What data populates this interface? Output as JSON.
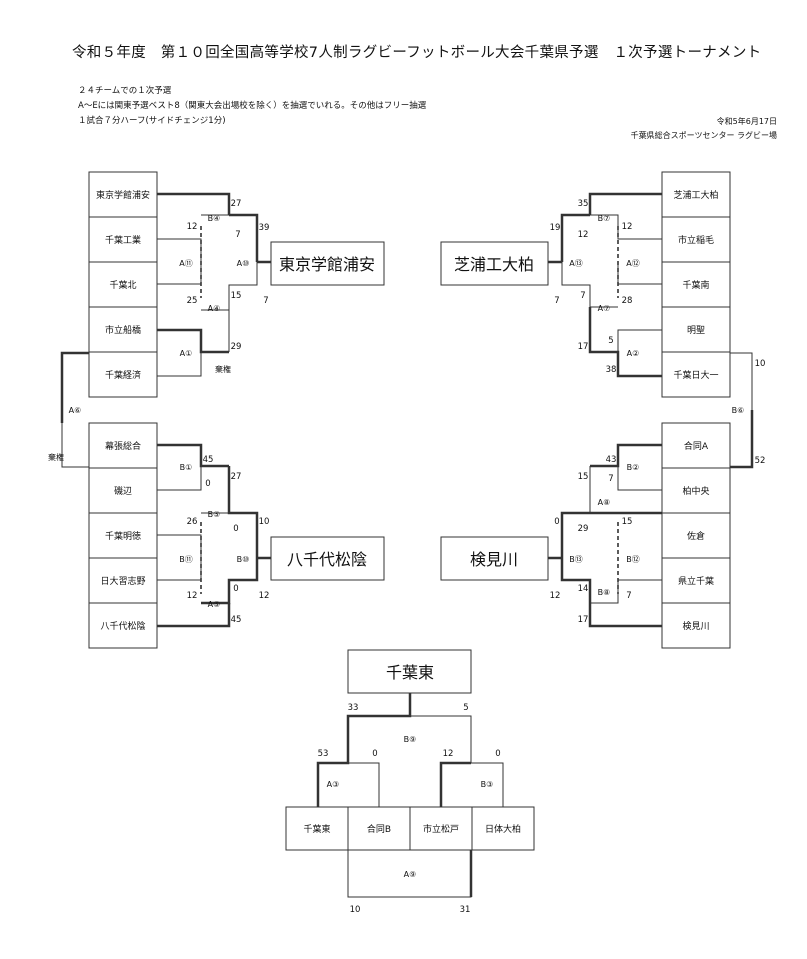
{
  "title": "令和５年度　第１０回全国高等学校7人制ラグビーフットボール大会千葉県予選　１次予選トーナメント",
  "notes": [
    "２４チームでの１次予選",
    "A〜Eには関東予選ベスト8（関東大会出場校を除く）を抽選でいれる。その他はフリー抽選",
    "１試合７分ハーフ(サイドチェンジ1分)"
  ],
  "date": "令和5年6月17日",
  "venue": "千葉県総合スポーツセンター ラグビー場",
  "ul": {
    "teams": [
      "東京学館浦安",
      "千葉工業",
      "千葉北",
      "市立船橋",
      "千葉経済"
    ],
    "winner": "東京学館浦安",
    "labels": [
      "B④",
      "A⑪",
      "A④",
      "A①",
      "A⑩"
    ],
    "scores": [
      "27",
      "12",
      "7",
      "39",
      "25",
      "15",
      "7",
      "29"
    ],
    "forfeit": "棄権"
  },
  "ll": {
    "teams": [
      "幕張総合",
      "磯辺",
      "千葉明徳",
      "日大習志野",
      "八千代松陰"
    ],
    "winner": "八千代松陰",
    "labels": [
      "B①",
      "B⑤",
      "B⑪",
      "A⑤",
      "B⑩"
    ],
    "scores": [
      "45",
      "0",
      "27",
      "26",
      "0",
      "10",
      "12",
      "0",
      "12",
      "45"
    ]
  },
  "left_link": {
    "label": "A⑥",
    "note": "棄権"
  },
  "ur": {
    "teams": [
      "芝浦工大柏",
      "市立稲毛",
      "千葉南",
      "明聖",
      "千葉日大一"
    ],
    "winner": "芝浦工大柏",
    "labels": [
      "B⑦",
      "A⑫",
      "A⑦",
      "A②",
      "A⑬"
    ],
    "scores": [
      "35",
      "19",
      "12",
      "12",
      "7",
      "7",
      "28",
      "5",
      "17",
      "38"
    ]
  },
  "lr": {
    "teams": [
      "合同A",
      "柏中央",
      "佐倉",
      "県立千葉",
      "検見川"
    ],
    "winner": "検見川",
    "labels": [
      "B②",
      "A⑧",
      "B⑫",
      "B⑧",
      "B⑬"
    ],
    "scores": [
      "43",
      "15",
      "7",
      "0",
      "29",
      "15",
      "14",
      "7",
      "12",
      "17"
    ]
  },
  "right_link": {
    "label": "B⑥",
    "scores": [
      "10",
      "52"
    ]
  },
  "bottom": {
    "teams": [
      "千葉東",
      "合同B",
      "市立松戸",
      "日体大柏"
    ],
    "winner": "千葉東",
    "labels": [
      "A③",
      "B③",
      "B⑨",
      "A⑨"
    ],
    "scores": [
      "33",
      "5",
      "53",
      "0",
      "12",
      "0",
      "10",
      "31"
    ]
  }
}
